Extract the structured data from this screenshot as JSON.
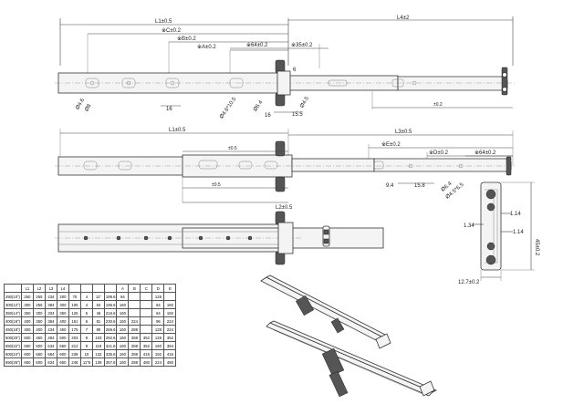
{
  "top_view": {
    "L1": "L1±0.5",
    "L4": "L4±2",
    "C": "※C±0.2",
    "B": "※B±0.2",
    "A": "※A±0.2",
    "d64": "※64±0.2",
    "d35": "※35±0.2",
    "d6": "6",
    "d16a": "16",
    "d16b": "16",
    "d15_5": "15.5",
    "hole_4_6": "Ø4.6",
    "hole_8": "Ø8",
    "slot": "Ø4.6*10.5",
    "hole_6_4": "Ø6.4",
    "hole_4_5": "Ø4.5",
    "tol": "±0.2"
  },
  "middle_view": {
    "L1": "L1±0.5",
    "L3": "L3±0.5",
    "E": "※E±0.2",
    "D": "※D±0.2",
    "d64": "※64±0.2",
    "tol_a": "±0.5",
    "tol_b": "±0.5",
    "d9_4": "9.4",
    "d15_8": "15.8",
    "hole_6_4": "Ø6.4",
    "hole_4_5": "Ø4.5*6.5",
    "L2": "L2±0.5"
  },
  "section_view": {
    "d1_14a": "1.14",
    "d1_34": "1.34",
    "d1_14b": "1.14",
    "height": "45±0.2",
    "width": "12.7±0.2"
  },
  "spec_table": {
    "headers": [
      "",
      "L1",
      "L2",
      "L3",
      "L4",
      "",
      "",
      "",
      "",
      "A",
      "B",
      "C",
      "D",
      "E"
    ],
    "rows": [
      [
        "250(10\")",
        "250",
        "255",
        "234",
        "200",
        "70",
        "4",
        "11\"",
        "199.6",
        "84",
        "",
        "",
        "128",
        ""
      ],
      [
        "300(12\")",
        "300",
        "255",
        "384",
        "300",
        "105",
        "4",
        "64",
        "196.6",
        "160",
        "",
        "",
        "64",
        "160"
      ],
      [
        "350(14\")",
        "350",
        "300",
        "334",
        "350",
        "125",
        "5",
        "46",
        "216.6",
        "160",
        "",
        "",
        "64",
        "192"
      ],
      [
        "400(16\")",
        "400",
        "350",
        "384",
        "400",
        "161",
        "6",
        "81",
        "230.6",
        "160",
        "224",
        "",
        "96",
        "224"
      ],
      [
        "450(18\")",
        "450",
        "400",
        "434",
        "450",
        "175",
        "7",
        "90",
        "266.6",
        "160",
        "288",
        "",
        "128",
        "224"
      ],
      [
        "500(20\")",
        "500",
        "450",
        "484",
        "500",
        "203",
        "9",
        "103",
        "292.6",
        "160",
        "288",
        "352",
        "128",
        "352"
      ],
      [
        "550(22\")",
        "550",
        "500",
        "534",
        "550",
        "212",
        "9",
        "119",
        "321.6",
        "160",
        "288",
        "352",
        "160",
        "384"
      ],
      [
        "600(24\")",
        "600",
        "550",
        "584",
        "600",
        "238",
        "10",
        "132",
        "335.6",
        "160",
        "288",
        "416",
        "192",
        "416"
      ],
      [
        "650(26\")",
        "650",
        "600",
        "634",
        "650",
        "248",
        "11\"8",
        "139",
        "357.6",
        "160",
        "288",
        "480",
        "224",
        "480"
      ]
    ]
  }
}
